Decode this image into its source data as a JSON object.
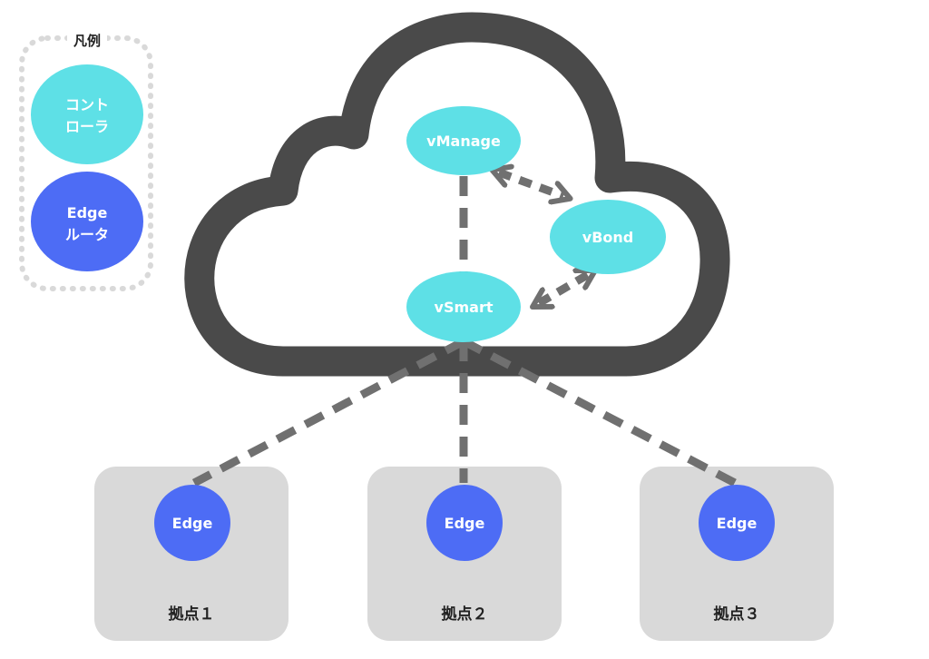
{
  "legend": {
    "title": "凡例",
    "controller_line1": "コント",
    "controller_line2": "ローラ",
    "edge_line1": "Edge",
    "edge_line2": "ルータ"
  },
  "controllers": {
    "vmanage": "vManage",
    "vbond": "vBond",
    "vsmart": "vSmart"
  },
  "sites": [
    {
      "edge_label": "Edge",
      "site_label": "拠点１"
    },
    {
      "edge_label": "Edge",
      "site_label": "拠点２"
    },
    {
      "edge_label": "Edge",
      "site_label": "拠点３"
    }
  ],
  "colors": {
    "controller": "#5ee0e6",
    "edge": "#4d6cf5",
    "cloud_stroke": "#4a4a4a",
    "connector": "#707070",
    "site_box": "#d9d9d9"
  }
}
